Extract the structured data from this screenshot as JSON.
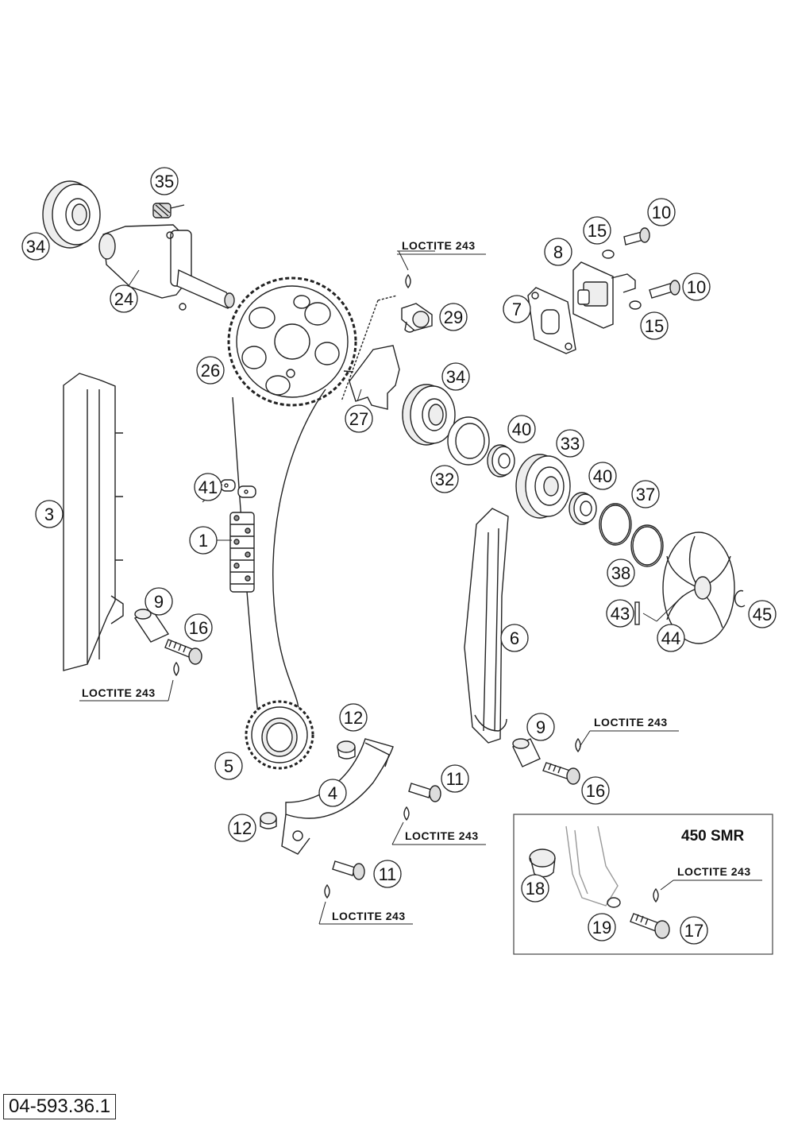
{
  "callouts": [
    {
      "id": "c35",
      "label": "35"
    },
    {
      "id": "c34a",
      "label": "34"
    },
    {
      "id": "c24",
      "label": "24"
    },
    {
      "id": "c26",
      "label": "26"
    },
    {
      "id": "c29",
      "label": "29"
    },
    {
      "id": "c27",
      "label": "27"
    },
    {
      "id": "c34b",
      "label": "34"
    },
    {
      "id": "c10a",
      "label": "10"
    },
    {
      "id": "c15a",
      "label": "15"
    },
    {
      "id": "c8",
      "label": "8"
    },
    {
      "id": "c7",
      "label": "7"
    },
    {
      "id": "c10b",
      "label": "10"
    },
    {
      "id": "c15b",
      "label": "15"
    },
    {
      "id": "c40a",
      "label": "40"
    },
    {
      "id": "c33",
      "label": "33"
    },
    {
      "id": "c32",
      "label": "32"
    },
    {
      "id": "c40b",
      "label": "40"
    },
    {
      "id": "c37",
      "label": "37"
    },
    {
      "id": "c38",
      "label": "38"
    },
    {
      "id": "c43",
      "label": "43"
    },
    {
      "id": "c44",
      "label": "44"
    },
    {
      "id": "c45",
      "label": "45"
    },
    {
      "id": "c3",
      "label": "3"
    },
    {
      "id": "c41",
      "label": "41"
    },
    {
      "id": "c1",
      "label": "1"
    },
    {
      "id": "c9a",
      "label": "9"
    },
    {
      "id": "c16a",
      "label": "16"
    },
    {
      "id": "c6",
      "label": "6"
    },
    {
      "id": "c9b",
      "label": "9"
    },
    {
      "id": "c16b",
      "label": "16"
    },
    {
      "id": "c12a",
      "label": "12"
    },
    {
      "id": "c5",
      "label": "5"
    },
    {
      "id": "c4",
      "label": "4"
    },
    {
      "id": "c11a",
      "label": "11"
    },
    {
      "id": "c12b",
      "label": "12"
    },
    {
      "id": "c11b",
      "label": "11"
    },
    {
      "id": "c18",
      "label": "18"
    },
    {
      "id": "c19",
      "label": "19"
    },
    {
      "id": "c17",
      "label": "17"
    }
  ],
  "loctite_labels": [
    "LOCTITE 243",
    "LOCTITE 243",
    "LOCTITE 243",
    "LOCTITE 243",
    "LOCTITE 243",
    "LOCTITE 243"
  ],
  "variant_box": {
    "title": "450 SMR"
  },
  "diagram_code": "04-593.36.1",
  "colors": {
    "line": "#222222",
    "fill": "#ffffff",
    "shade": "#e6e6e6"
  }
}
